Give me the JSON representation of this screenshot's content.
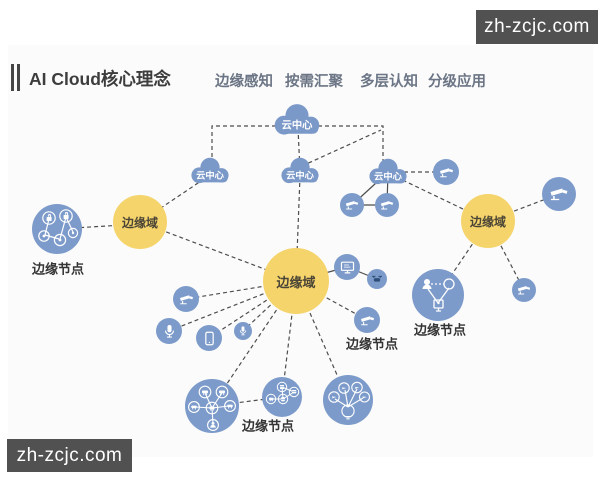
{
  "watermarks": {
    "top_right": "zh-zcjc.com",
    "bottom_left": "zh-zcjc.com"
  },
  "header": {
    "title": "AI Cloud核心理念",
    "concepts": [
      "边缘感知",
      "按需汇聚",
      "多层认知",
      "分级应用"
    ]
  },
  "nodes": {
    "clouds": [
      {
        "label": "云中心"
      },
      {
        "label": "云中心"
      },
      {
        "label": "云中心"
      },
      {
        "label": "云中心"
      }
    ],
    "edge_domains": [
      {
        "label": "边缘域"
      },
      {
        "label": "边缘域"
      },
      {
        "label": "边缘域"
      }
    ],
    "edge_node_labels": [
      "边缘节点",
      "边缘节点",
      "边缘节点",
      "边缘节点"
    ]
  },
  "icon_semantics": {
    "cloud_nodes": "cloud",
    "device_nodes": [
      "cctv-camera",
      "microphone",
      "tablet",
      "computer-monitor",
      "drone"
    ],
    "cluster_nodes": [
      "lock-device-network",
      "vehicle-network",
      "storage-device-network",
      "bulb-drone-network",
      "person-terminal-network"
    ]
  },
  "colors": {
    "node_blue": "#7d9bca",
    "node_yellow": "#f5d46c",
    "cloud_blue": "#7b99c8",
    "connector": "#4d4d4d",
    "label_text": "#353535",
    "concept_text": "#6b7585",
    "watermark_bg": "#515151"
  }
}
